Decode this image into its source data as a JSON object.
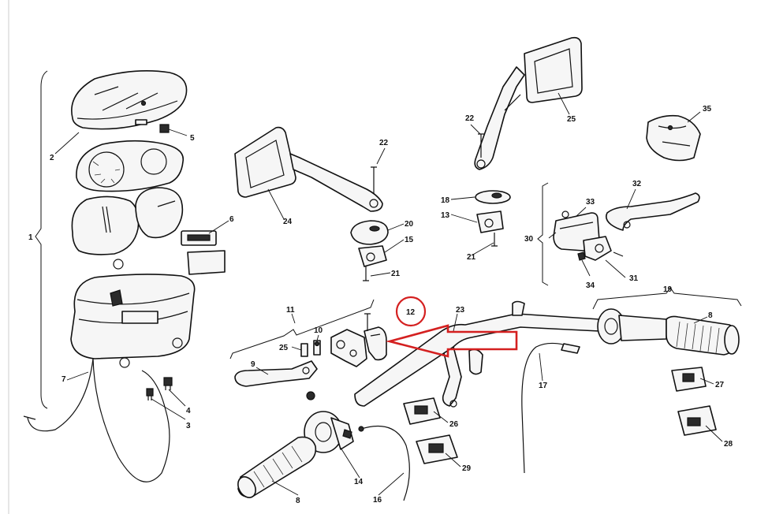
{
  "diagram": {
    "callouts": [
      {
        "id": "c1",
        "label": "1"
      },
      {
        "id": "c2",
        "label": "2"
      },
      {
        "id": "c3",
        "label": "3"
      },
      {
        "id": "c4",
        "label": "4"
      },
      {
        "id": "c5",
        "label": "5"
      },
      {
        "id": "c6",
        "label": "6"
      },
      {
        "id": "c7",
        "label": "7"
      },
      {
        "id": "c8a",
        "label": "8"
      },
      {
        "id": "c8b",
        "label": "8"
      },
      {
        "id": "c9",
        "label": "9"
      },
      {
        "id": "c10",
        "label": "10"
      },
      {
        "id": "c11",
        "label": "11"
      },
      {
        "id": "c12",
        "label": "12"
      },
      {
        "id": "c13",
        "label": "13"
      },
      {
        "id": "c14",
        "label": "14"
      },
      {
        "id": "c15",
        "label": "15"
      },
      {
        "id": "c16",
        "label": "16"
      },
      {
        "id": "c17",
        "label": "17"
      },
      {
        "id": "c18",
        "label": "18"
      },
      {
        "id": "c19",
        "label": "19"
      },
      {
        "id": "c20",
        "label": "20"
      },
      {
        "id": "c21a",
        "label": "21"
      },
      {
        "id": "c21b",
        "label": "21"
      },
      {
        "id": "c22a",
        "label": "22"
      },
      {
        "id": "c22b",
        "label": "22"
      },
      {
        "id": "c23",
        "label": "23"
      },
      {
        "id": "c24",
        "label": "24"
      },
      {
        "id": "c25a",
        "label": "25"
      },
      {
        "id": "c25b",
        "label": "25"
      },
      {
        "id": "c26",
        "label": "26"
      },
      {
        "id": "c27",
        "label": "27"
      },
      {
        "id": "c28",
        "label": "28"
      },
      {
        "id": "c29",
        "label": "29"
      },
      {
        "id": "c30",
        "label": "30"
      },
      {
        "id": "c31",
        "label": "31"
      },
      {
        "id": "c32",
        "label": "32"
      },
      {
        "id": "c33",
        "label": "33"
      },
      {
        "id": "c34",
        "label": "34"
      },
      {
        "id": "c35",
        "label": "35"
      }
    ],
    "highlight": {
      "part": "12",
      "color": "#d42020"
    },
    "colors": {
      "line": "#111111",
      "background": "#ffffff"
    }
  }
}
